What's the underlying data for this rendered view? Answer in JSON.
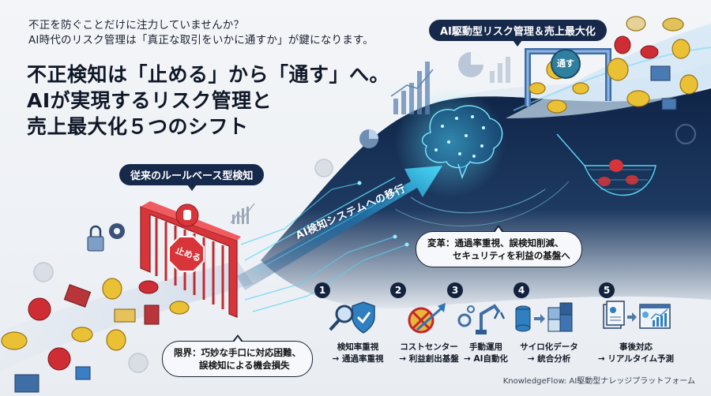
{
  "intro": {
    "line1": "不正を防ぐことだけに注力していませんか？",
    "line2": "AI時代のリスク管理は「真正な取引をいかに通すか」が鍵になります。"
  },
  "headline": {
    "line1": "不正検知は「止める」から「通す」へ。",
    "line2": "AIが実現するリスク管理と",
    "line3": "売上最大化５つのシフト"
  },
  "labels": {
    "legacy_pill": "従来のルールベース型検知",
    "ai_pill": "AI駆動型リスク管理＆売上最大化",
    "stop_sign": "止める",
    "pass_gate": "通す",
    "transition_arrow": "AI検知システムへの移行"
  },
  "bubbles": {
    "limitation": {
      "line1": "限界：巧妙な手口に対応困難、",
      "line2": "誤検知による機会損失"
    },
    "transformation": {
      "line1": "変革：通過率重視、誤検知削減、",
      "line2": "セキュリティを利益の基盤へ"
    }
  },
  "shifts": [
    {
      "number": "1",
      "icon": "magnifier-shield-icon",
      "from": "検知率重視",
      "to": "→ 通過率重視"
    },
    {
      "number": "2",
      "icon": "cost-to-profit-icon",
      "from": "コストセンター",
      "to": "→ 利益創出基盤"
    },
    {
      "number": "3",
      "icon": "robot-arm-gear-icon",
      "from": "手動運用",
      "to": "→ AI自動化"
    },
    {
      "number": "4",
      "icon": "database-puzzle-icon",
      "from": "サイロ化データ",
      "to": "→ 統合分析"
    },
    {
      "number": "5",
      "icon": "report-dashboard-icon",
      "from": "事後対応",
      "to": "→ リアルタイム予測"
    }
  ],
  "footer": "KnowledgeFlow: AI駆動型ナレッジプラットフォーム",
  "colors": {
    "navy": "#17294a",
    "alert_red": "#d8353a",
    "coin_gold": "#e9b828",
    "cyan_glow": "#46d3f5",
    "background": "#f1f4f7"
  }
}
